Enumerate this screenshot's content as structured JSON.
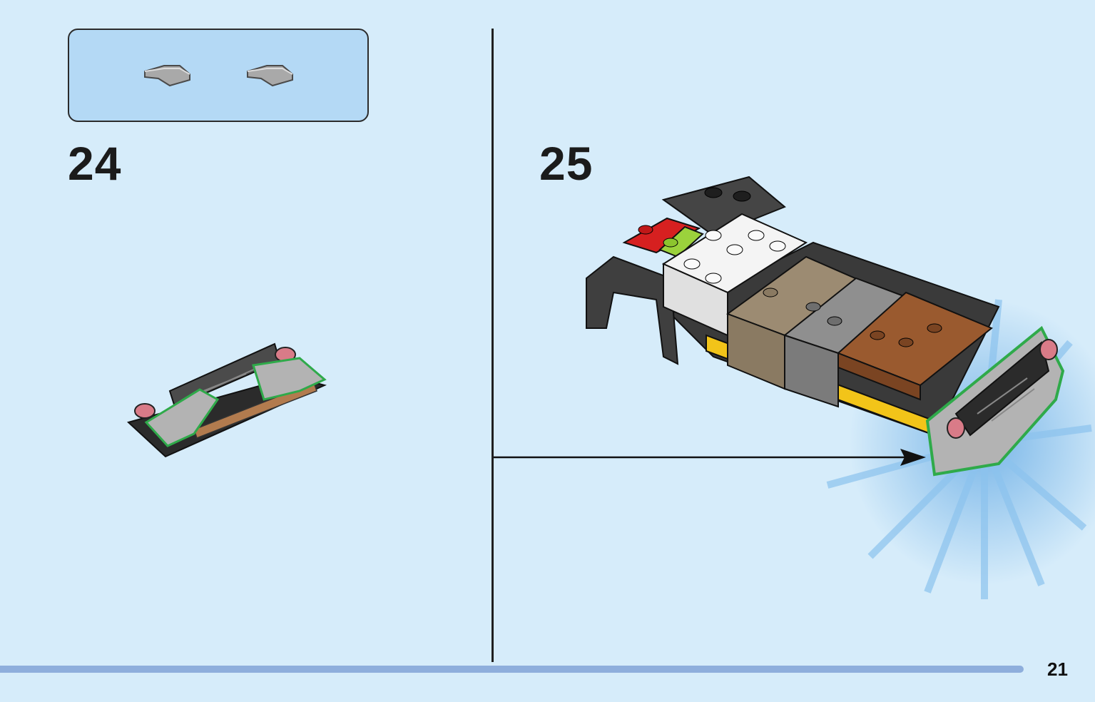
{
  "steps": [
    {
      "number": "24"
    },
    {
      "number": "25"
    }
  ],
  "parts_callout": {
    "parts": [
      {
        "name": "curved-slope-gray-icon"
      },
      {
        "name": "curved-slope-gray-icon"
      }
    ]
  },
  "page": {
    "number": "21"
  },
  "colors": {
    "background": "#d6ecfa",
    "callout_fill": "#b4d9f5",
    "footer_bar": "#8eaedc",
    "highlight_outline": "#2faa4a"
  }
}
